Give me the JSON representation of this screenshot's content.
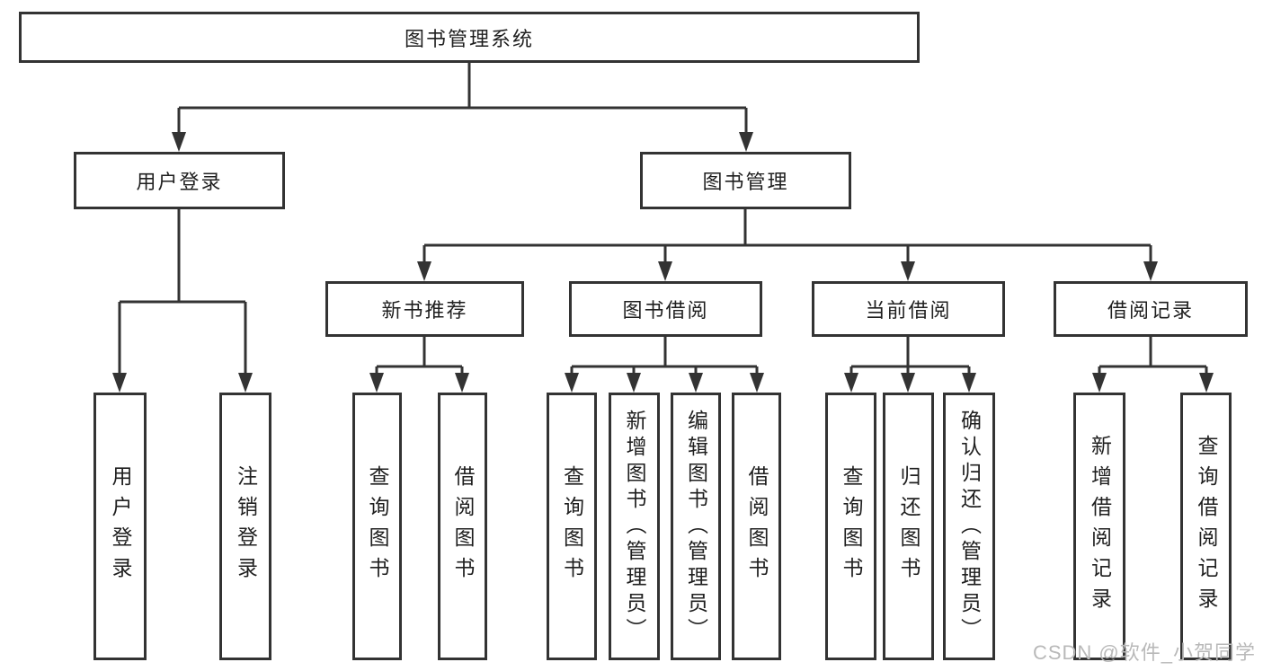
{
  "diagram": {
    "watermark": "CSDN @软件_小贺同学",
    "colors": {
      "line": "#333333",
      "border": "#333333",
      "text": "#1f1f1f",
      "watermark": "#b9b9b9",
      "background": "#ffffff"
    }
  },
  "tree": {
    "root": {
      "label": "图书管理系统",
      "children": [
        {
          "label": "用户登录",
          "children": [
            {
              "label": "用户登录"
            },
            {
              "label": "注销登录"
            }
          ]
        },
        {
          "label": "图书管理",
          "children": [
            {
              "label": "新书推荐",
              "children": [
                {
                  "label": "查询图书"
                },
                {
                  "label": "借阅图书"
                }
              ]
            },
            {
              "label": "图书借阅",
              "children": [
                {
                  "label": "查询图书"
                },
                {
                  "label": "新增图书（管理员）"
                },
                {
                  "label": "编辑图书（管理员）"
                },
                {
                  "label": "借阅图书"
                }
              ]
            },
            {
              "label": "当前借阅",
              "children": [
                {
                  "label": "查询图书"
                },
                {
                  "label": "归还图书"
                },
                {
                  "label": "确认归还（管理员）"
                }
              ]
            },
            {
              "label": "借阅记录",
              "children": [
                {
                  "label": "新增借阅记录"
                },
                {
                  "label": "查询借阅记录"
                }
              ]
            }
          ]
        }
      ]
    }
  }
}
